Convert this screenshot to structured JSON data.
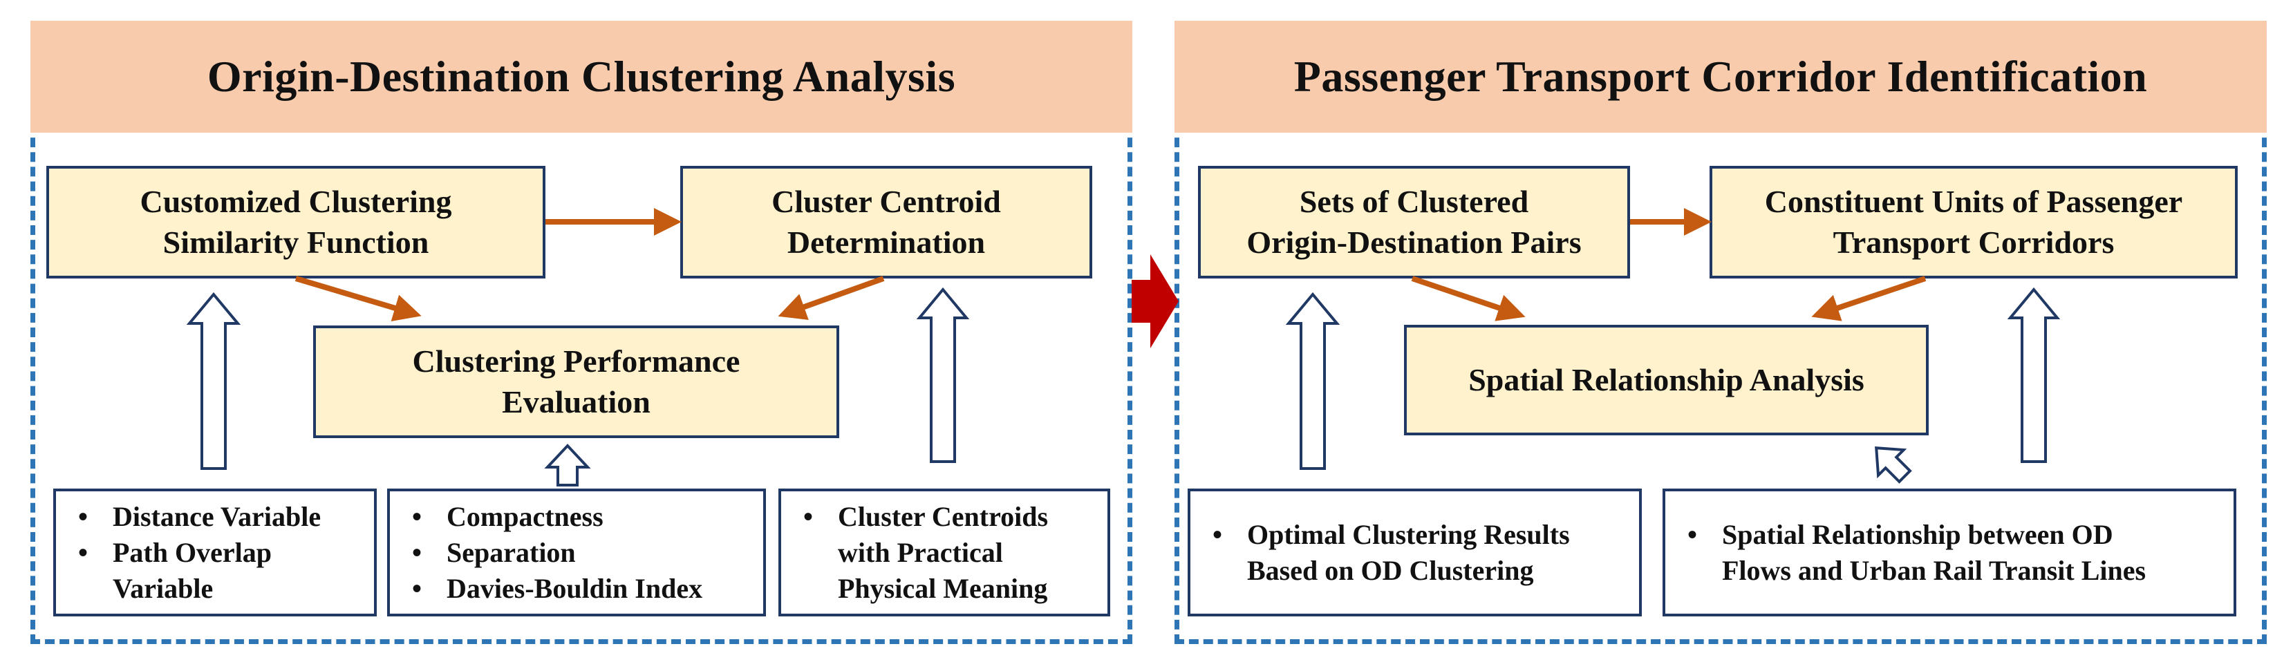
{
  "left_panel": {
    "title": "Origin-Destination Clustering Analysis",
    "boxes": {
      "similarity": "Customized Clustering\nSimilarity Function",
      "centroid": "Cluster Centroid\nDetermination",
      "evaluation": "Clustering Performance\nEvaluation"
    },
    "lists": {
      "variables": [
        "Distance Variable",
        "Path Overlap\nVariable"
      ],
      "metrics": [
        "Compactness",
        "Separation",
        "Davies-Bouldin Index"
      ],
      "centroids": [
        "Cluster Centroids\nwith Practical\nPhysical Meaning"
      ]
    }
  },
  "right_panel": {
    "title": "Passenger Transport Corridor Identification",
    "boxes": {
      "sets": "Sets of Clustered\nOrigin-Destination Pairs",
      "units": "Constituent Units of Passenger\nTransport Corridors",
      "spatial": "Spatial Relationship Analysis"
    },
    "lists": {
      "optimal": [
        "Optimal Clustering Results\nBased on OD Clustering"
      ],
      "relationship": [
        "Spatial Relationship between OD\nFlows and Urban Rail Transit Lines"
      ]
    }
  },
  "colors": {
    "dashed_border": "#2e75b6",
    "header_fill": "#f8cbad",
    "box_fill": "#fff2cc",
    "box_border": "#1f3864",
    "flow_arrow": "#c55a11",
    "transition_arrow": "#c00000"
  }
}
